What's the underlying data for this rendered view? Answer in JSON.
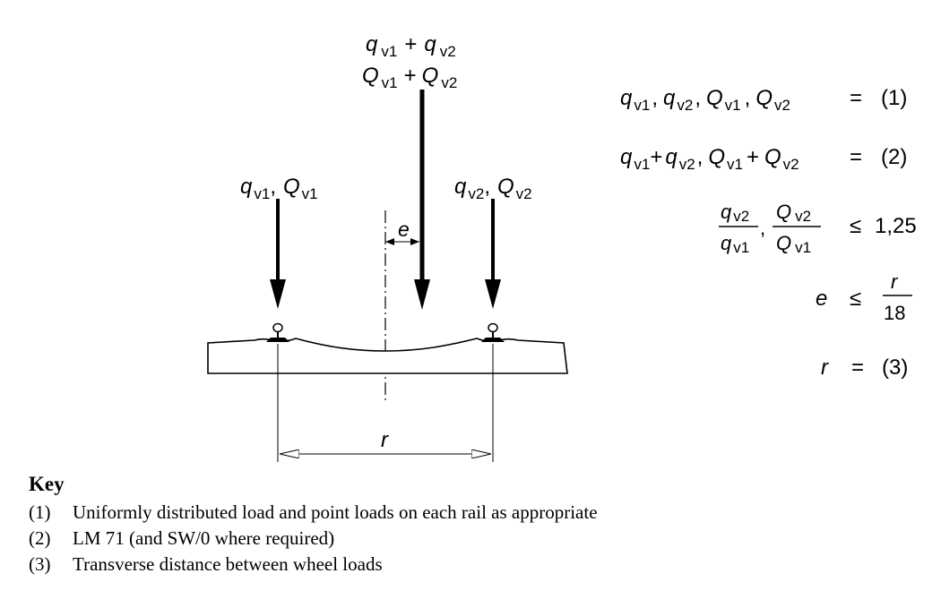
{
  "loads": {
    "combined_q": {
      "q": "q",
      "v1": "v1",
      "plus": "+",
      "q2": "q",
      "v2": "v2"
    },
    "combined_Q": {
      "Q": "Q",
      "v1": "v1",
      "plus": "+",
      "Q2": "Q",
      "v2": "v2"
    },
    "left": {
      "q": "q",
      "v1": "v1",
      "sep": ",",
      "Q": "Q",
      "v1b": "v1"
    },
    "right": {
      "q": "q",
      "v2": "v2",
      "sep": ",",
      "Q": "Q",
      "v2b": "v2"
    },
    "eccentricity": "e",
    "distance": "r"
  },
  "conditions": [
    {
      "lhs": [
        "q",
        "v1",
        ",",
        "q",
        "v2",
        ",",
        "Q",
        "v1",
        ",",
        "Q",
        "v2"
      ],
      "rel": "=",
      "rhs": "(1)"
    },
    {
      "lhs": [
        "q",
        "v1",
        "+",
        "q",
        "v2",
        ",",
        "Q",
        "v1",
        "+",
        "Q",
        "v2"
      ],
      "rel": "=",
      "rhs": "(2)"
    },
    {
      "ratio1_num": "q",
      "ratio1_num_sub": "v2",
      "ratio1_den": "q",
      "ratio1_den_sub": "v1",
      "sep": ",",
      "ratio2_num": "Q",
      "ratio2_num_sub": "v2",
      "ratio2_den": "Q",
      "ratio2_den_sub": "v1",
      "rel": "≤",
      "rhs": "1,25"
    },
    {
      "lhs": "e",
      "rel": "≤",
      "rhs_num": "r",
      "rhs_den": "18"
    },
    {
      "lhs": "r",
      "rel": "=",
      "rhs": "(3)"
    }
  ],
  "key": {
    "title": "Key",
    "items": [
      {
        "num": "(1)",
        "text": "Uniformly distributed load and point loads on each rail as appropriate"
      },
      {
        "num": "(2)",
        "text": "LM 71 (and SW/0 where required)"
      },
      {
        "num": "(3)",
        "text": "Transverse distance between wheel loads"
      }
    ]
  }
}
